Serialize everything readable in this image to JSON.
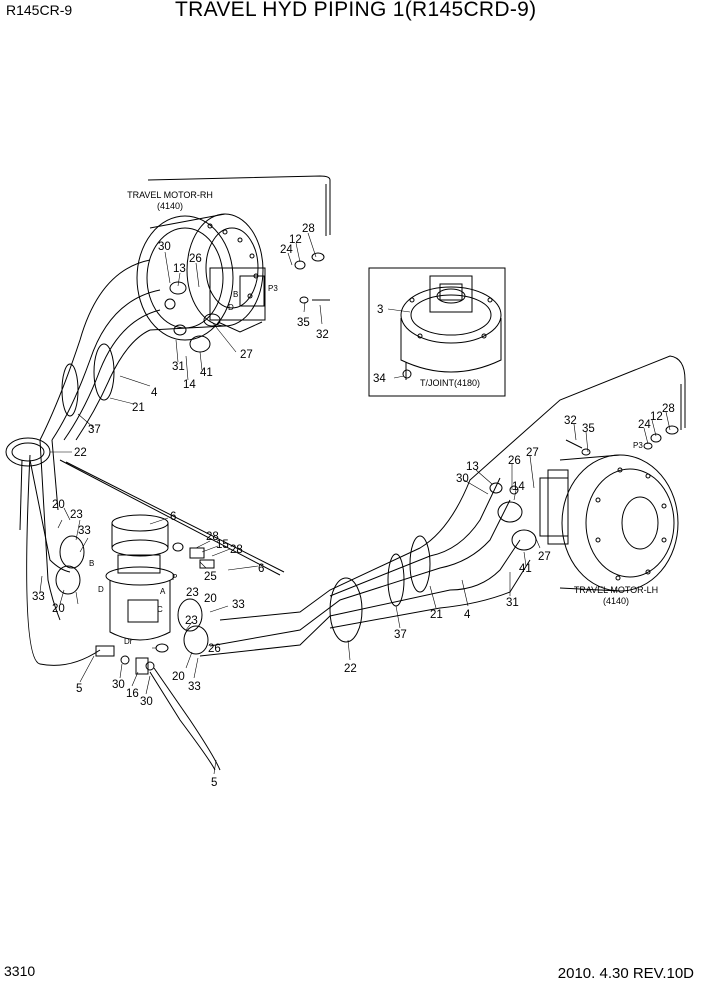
{
  "header": {
    "model": "R145CR-9",
    "title": "TRAVEL HYD PIPING 1(R145CRD-9)"
  },
  "footer": {
    "page_number": "3310",
    "revision": "2010. 4.30  REV.10D"
  },
  "diagram": {
    "captions": {
      "rh_motor_name": "TRAVEL MOTOR-RH",
      "rh_motor_code": "(4140)",
      "lh_motor_name": "TRAVEL MOTOR-LH",
      "lh_motor_code": "(4140)",
      "tjoint": "T/JOINT(4180)"
    },
    "port_labels": [
      "P3",
      "P3",
      "A",
      "B",
      "C",
      "D",
      "P",
      "Dr",
      "B",
      "D"
    ],
    "callouts": [
      "30",
      "13",
      "26",
      "28",
      "12",
      "24",
      "35",
      "32",
      "27",
      "41",
      "14",
      "31",
      "4",
      "21",
      "37",
      "22",
      "3",
      "34",
      "32",
      "35",
      "28",
      "12",
      "24",
      "27",
      "26",
      "13",
      "30",
      "14",
      "41",
      "27",
      "31",
      "4",
      "21",
      "37",
      "22",
      "6",
      "28",
      "15",
      "28",
      "25",
      "6",
      "33",
      "20",
      "23",
      "20",
      "23",
      "33",
      "23",
      "20",
      "33",
      "20",
      "33",
      "26",
      "5",
      "30",
      "16",
      "30",
      "5"
    ]
  }
}
